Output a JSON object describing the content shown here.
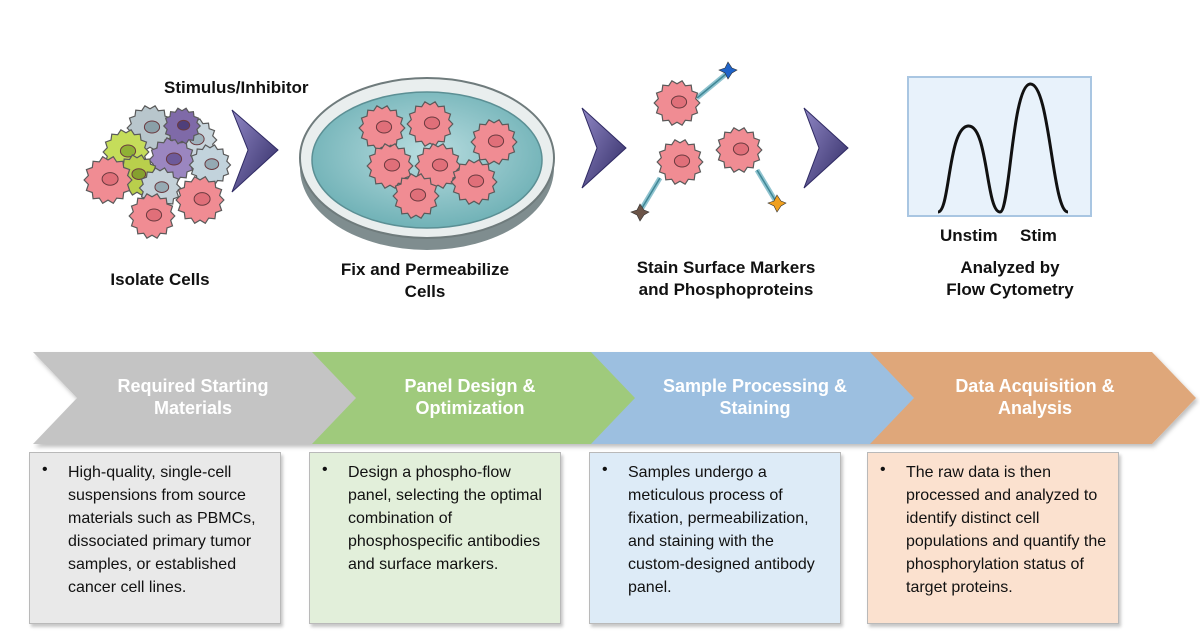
{
  "colors": {
    "cell_fill": "#f08c93",
    "cell_stroke": "#5a5a5a",
    "dish_liquid": "#75b8bd",
    "arrow": "#4d4784",
    "chevron1": "#c4c4c4",
    "chevron2": "#9fca7c",
    "chevron3": "#9cbfe0",
    "chevron4": "#dfa77a",
    "box1": "#e9e9e9",
    "box2": "#e2efda",
    "box3": "#ddebf7",
    "box4": "#fbe1cf"
  },
  "top": {
    "stimulus_label": "Stimulus/Inhibitor",
    "step1_label": "Isolate Cells",
    "step2_label_line1": "Fix and Permeabilize",
    "step2_label_line2": "Cells",
    "step3_label_line1": "Stain Surface Markers",
    "step3_label_line2": "and Phosphoproteins",
    "step4_label_line1": "Analyzed by",
    "step4_label_line2": "Flow Cytometry",
    "plot_unstim": "Unstim",
    "plot_stim": "Stim"
  },
  "stages": [
    {
      "title_line1": "Required Starting",
      "title_line2": "Materials",
      "bullet": "•",
      "body": "High-quality, single-cell suspensions from source materials such as PBMCs, dissociated primary tumor samples, or established cancer cell lines."
    },
    {
      "title_line1": "Panel Design &",
      "title_line2": "Optimization",
      "bullet": "•",
      "body": "Design a phospho-flow panel, selecting the optimal combination of phosphospecific antibodies and surface markers."
    },
    {
      "title_line1": "Sample Processing &",
      "title_line2": "Staining",
      "bullet": "•",
      "body": "Samples undergo a meticulous process of fixation, permeabilization, and staining with the custom-designed antibody panel."
    },
    {
      "title_line1": "Data Acquisition &",
      "title_line2": "Analysis",
      "bullet": "•",
      "body": "The raw data is then processed and analyzed to identify distinct cell populations and quantify the phosphorylation status of target proteins."
    }
  ]
}
